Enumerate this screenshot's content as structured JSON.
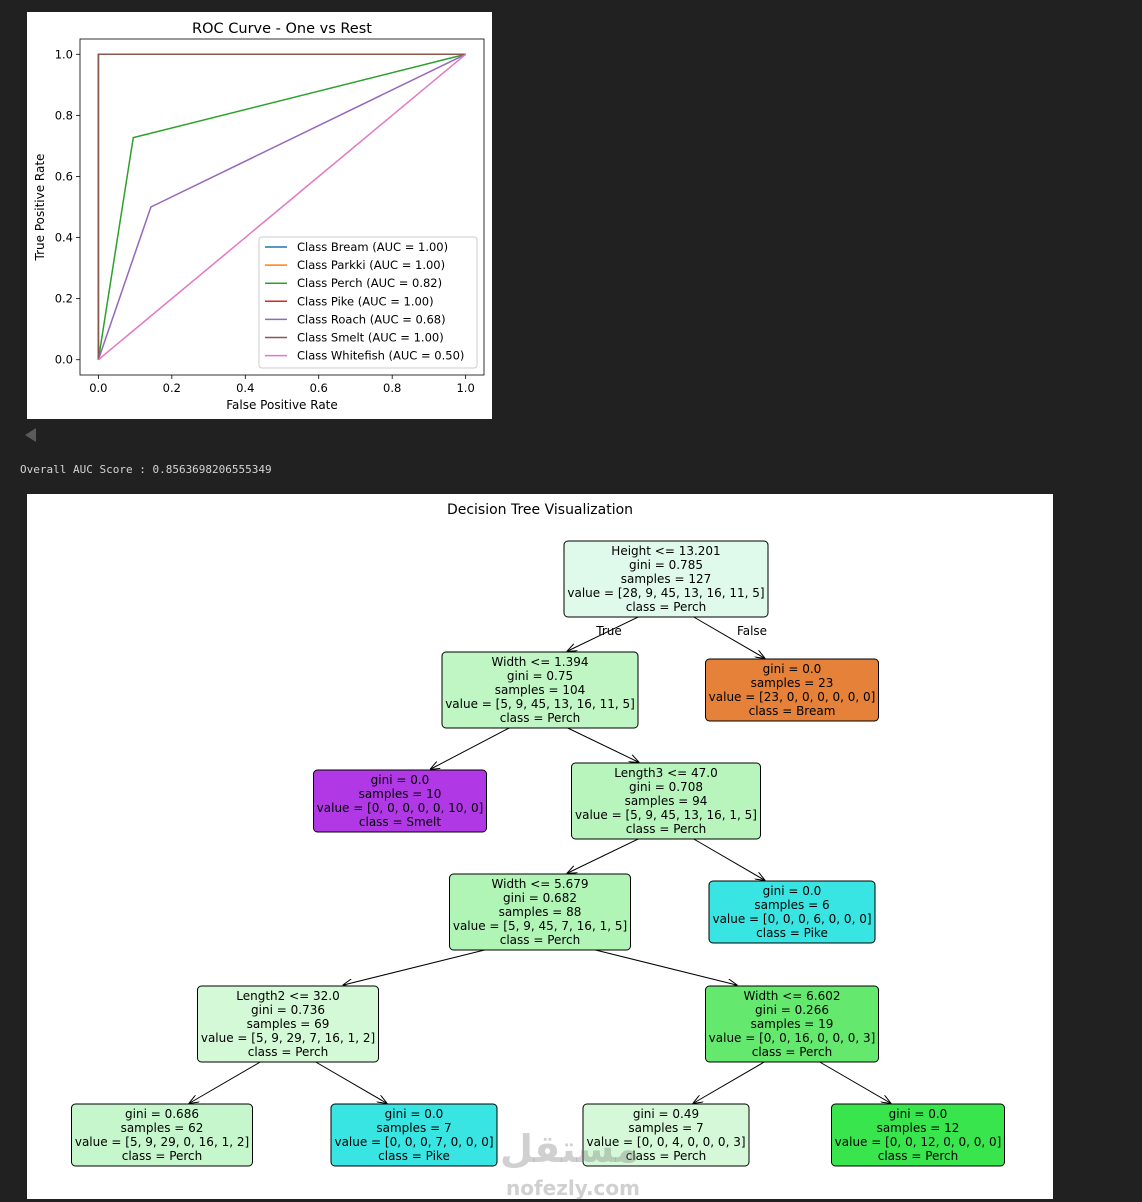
{
  "output": {
    "auc_text": "Overall AUC Score : 0.8563698206555349"
  },
  "watermark": {
    "arabic": "مستقل",
    "latin": "nofezly.com"
  },
  "chart_data": [
    {
      "type": "line",
      "title": "ROC Curve - One vs Rest",
      "xlabel": "False Positive Rate",
      "ylabel": "True Positive Rate",
      "xlim": [
        -0.05,
        1.05
      ],
      "ylim": [
        -0.05,
        1.05
      ],
      "xticks": [
        "0.0",
        "0.2",
        "0.4",
        "0.6",
        "0.8",
        "1.0"
      ],
      "yticks": [
        "0.0",
        "0.2",
        "0.4",
        "0.6",
        "0.8",
        "1.0"
      ],
      "grid": false,
      "legend_position": "lower-right",
      "series": [
        {
          "name": "Class Bream (AUC = 1.00)",
          "color": "#1f77b4",
          "points": [
            [
              0,
              0
            ],
            [
              0,
              1
            ],
            [
              1,
              1
            ]
          ]
        },
        {
          "name": "Class Parkki (AUC = 1.00)",
          "color": "#ff7f0e",
          "points": [
            [
              0,
              0
            ],
            [
              0,
              1
            ],
            [
              1,
              1
            ]
          ]
        },
        {
          "name": "Class Perch (AUC = 0.82)",
          "color": "#2ca02c",
          "points": [
            [
              0,
              0
            ],
            [
              0.095,
              0.727
            ],
            [
              1,
              1
            ]
          ]
        },
        {
          "name": "Class Pike (AUC = 1.00)",
          "color": "#d62728",
          "points": [
            [
              0,
              0
            ],
            [
              0,
              1
            ],
            [
              1,
              1
            ]
          ]
        },
        {
          "name": "Class Roach (AUC = 0.68)",
          "color": "#9467bd",
          "points": [
            [
              0,
              0
            ],
            [
              0.143,
              0.5
            ],
            [
              1,
              1
            ]
          ]
        },
        {
          "name": "Class Smelt (AUC = 1.00)",
          "color": "#8c564b",
          "points": [
            [
              0,
              0
            ],
            [
              0,
              1
            ],
            [
              1,
              1
            ]
          ]
        },
        {
          "name": "Class Whitefish (AUC = 0.50)",
          "color": "#e377c2",
          "points": [
            [
              0,
              0
            ],
            [
              1,
              1
            ]
          ]
        }
      ]
    },
    {
      "type": "tree",
      "title": "Decision Tree Visualization",
      "edge_labels": {
        "true": "True",
        "false": "False"
      },
      "nodes": [
        {
          "id": "n0",
          "fill": "#dffaea",
          "lines": [
            "Height <= 13.201",
            "gini = 0.785",
            "samples = 127",
            "value = [28, 9, 45, 13, 16, 11, 5]",
            "class = Perch"
          ]
        },
        {
          "id": "n1",
          "fill": "#c0f5c4",
          "lines": [
            "Width <= 1.394",
            "gini = 0.75",
            "samples = 104",
            "value = [5, 9, 45, 13, 16, 11, 5]",
            "class = Perch"
          ]
        },
        {
          "id": "n2",
          "fill": "#e58139",
          "lines": [
            "gini = 0.0",
            "samples = 23",
            "value = [23, 0, 0, 0, 0, 0, 0]",
            "class = Bream"
          ]
        },
        {
          "id": "n3",
          "fill": "#b139e5",
          "lines": [
            "gini = 0.0",
            "samples = 10",
            "value = [0, 0, 0, 0, 0, 10, 0]",
            "class = Smelt"
          ]
        },
        {
          "id": "n4",
          "fill": "#b8f5bd",
          "lines": [
            "Length3 <= 47.0",
            "gini = 0.708",
            "samples = 94",
            "value = [5, 9, 45, 13, 16, 1, 5]",
            "class = Perch"
          ]
        },
        {
          "id": "n5",
          "fill": "#b0f4b6",
          "lines": [
            "Width <= 5.679",
            "gini = 0.682",
            "samples = 88",
            "value = [5, 9, 45, 7, 16, 1, 5]",
            "class = Perch"
          ]
        },
        {
          "id": "n6",
          "fill": "#39e5e2",
          "lines": [
            "gini = 0.0",
            "samples = 6",
            "value = [0, 0, 0, 6, 0, 0, 0]",
            "class = Pike"
          ]
        },
        {
          "id": "n7",
          "fill": "#d4f9d7",
          "lines": [
            "Length2 <= 32.0",
            "gini = 0.736",
            "samples = 69",
            "value = [5, 9, 29, 7, 16, 1, 2]",
            "class = Perch"
          ]
        },
        {
          "id": "n8",
          "fill": "#64e86d",
          "lines": [
            "Width <= 6.602",
            "gini = 0.266",
            "samples = 19",
            "value = [0, 0, 16, 0, 0, 0, 3]",
            "class = Perch"
          ]
        },
        {
          "id": "n9",
          "fill": "#c6f6cb",
          "lines": [
            "gini = 0.686",
            "samples = 62",
            "value = [5, 9, 29, 0, 16, 1, 2]",
            "class = Perch"
          ]
        },
        {
          "id": "n10",
          "fill": "#39e5e2",
          "lines": [
            "gini = 0.0",
            "samples = 7",
            "value = [0, 0, 0, 7, 0, 0, 0]",
            "class = Pike"
          ]
        },
        {
          "id": "n11",
          "fill": "#d5f9d8",
          "lines": [
            "gini = 0.49",
            "samples = 7",
            "value = [0, 0, 4, 0, 0, 0, 3]",
            "class = Perch"
          ]
        },
        {
          "id": "n12",
          "fill": "#39e54d",
          "lines": [
            "gini = 0.0",
            "samples = 12",
            "value = [0, 0, 12, 0, 0, 0, 0]",
            "class = Perch"
          ]
        }
      ],
      "edges": [
        [
          "n0",
          "n1"
        ],
        [
          "n0",
          "n2"
        ],
        [
          "n1",
          "n3"
        ],
        [
          "n1",
          "n4"
        ],
        [
          "n4",
          "n5"
        ],
        [
          "n4",
          "n6"
        ],
        [
          "n5",
          "n7"
        ],
        [
          "n5",
          "n8"
        ],
        [
          "n7",
          "n9"
        ],
        [
          "n7",
          "n10"
        ],
        [
          "n8",
          "n11"
        ],
        [
          "n8",
          "n12"
        ]
      ]
    }
  ]
}
